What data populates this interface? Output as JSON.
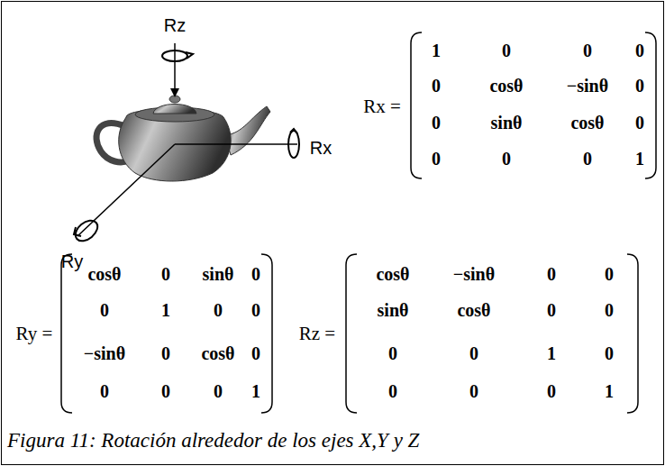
{
  "diagram": {
    "caption": "Figura 11: Rotación alrededor de los ejes X,Y y Z",
    "labels": [
      "Rz",
      "Rx",
      "Ry",
      "Rx =",
      "1",
      "0",
      "0",
      "0",
      "0",
      "cosθ",
      "−sinθ",
      "0",
      "0",
      "sinθ",
      "cosθ",
      "0",
      "0",
      "0",
      "0",
      "1",
      "Ry =",
      "cosθ",
      "0",
      "sinθ",
      "0",
      "0",
      "1",
      "0",
      "0",
      "−sinθ",
      "0",
      "cosθ",
      "0",
      "0",
      "0",
      "0",
      "1",
      "Rz =",
      "cosθ",
      "−sinθ",
      "0",
      "0",
      "sinθ",
      "cosθ",
      "0",
      "0",
      "0",
      "0",
      "1",
      "0",
      "0",
      "0",
      "0",
      "1"
    ]
  }
}
